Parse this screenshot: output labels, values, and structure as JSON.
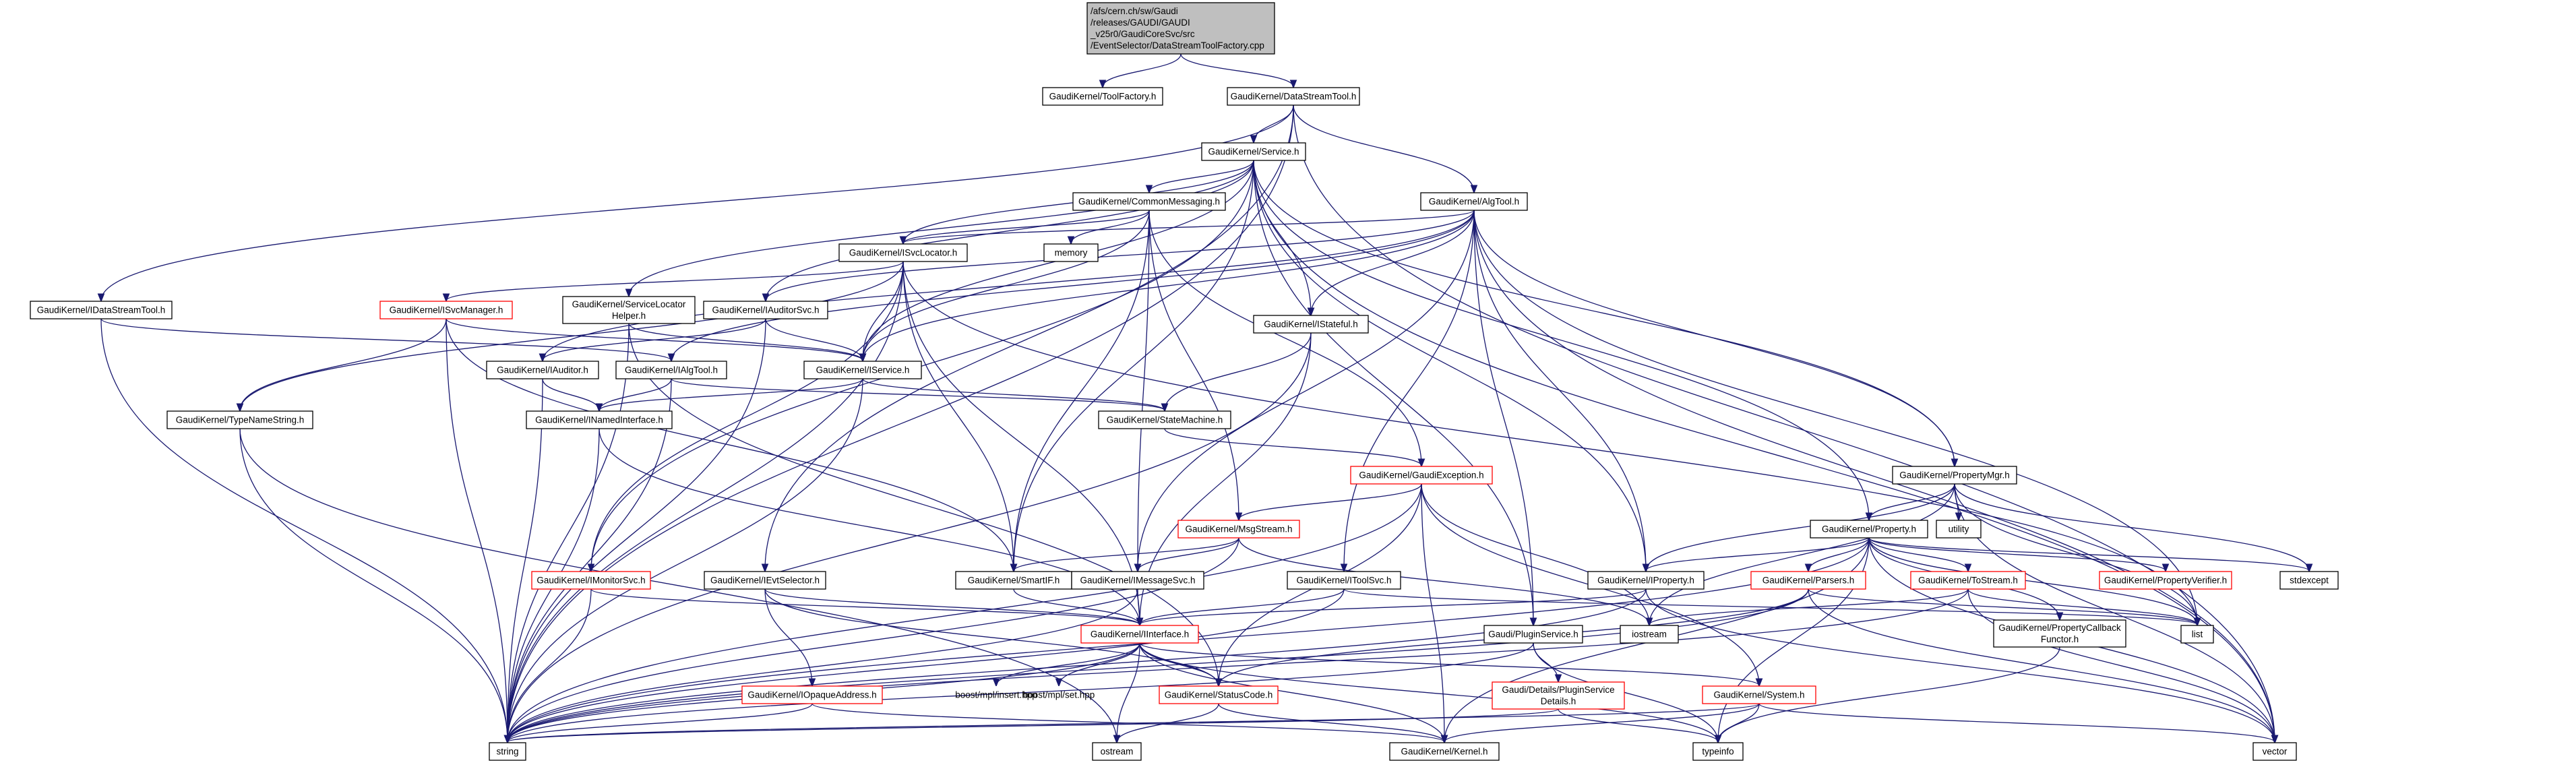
{
  "diagram": {
    "type": "include-dependency-graph",
    "colors": {
      "background": "#ffffff",
      "root_fill": "#bfbfbf",
      "node_border": "#000000",
      "missing_node_border": "#ff0000",
      "edge": "#191970"
    },
    "nodes": [
      {
        "id": "root",
        "lines": [
          "/afs/cern.ch/sw/Gaudi",
          "/releases/GAUDI/GAUDI",
          "_v25r0/GaudiCoreSvc/src",
          "/EventSelector/DataStreamToolFactory.cpp"
        ],
        "style": "root"
      },
      {
        "id": "toolfactory",
        "lines": [
          "GaudiKernel/ToolFactory.h"
        ],
        "style": "normal"
      },
      {
        "id": "datastreamtool",
        "lines": [
          "GaudiKernel/DataStreamTool.h"
        ],
        "style": "normal"
      },
      {
        "id": "service",
        "lines": [
          "GaudiKernel/Service.h"
        ],
        "style": "normal"
      },
      {
        "id": "commonmessaging",
        "lines": [
          "GaudiKernel/CommonMessaging.h"
        ],
        "style": "normal"
      },
      {
        "id": "algtool",
        "lines": [
          "GaudiKernel/AlgTool.h"
        ],
        "style": "normal"
      },
      {
        "id": "isvclocator",
        "lines": [
          "GaudiKernel/ISvcLocator.h"
        ],
        "style": "normal"
      },
      {
        "id": "memory",
        "lines": [
          "memory"
        ],
        "style": "normal"
      },
      {
        "id": "idatastreamtool",
        "lines": [
          "GaudiKernel/IDataStreamTool.h"
        ],
        "style": "normal"
      },
      {
        "id": "isvcmanager",
        "lines": [
          "GaudiKernel/ISvcManager.h"
        ],
        "style": "red"
      },
      {
        "id": "servicelocatorhelper",
        "lines": [
          "GaudiKernel/ServiceLocator",
          "Helper.h"
        ],
        "style": "normal"
      },
      {
        "id": "iauditorsvc",
        "lines": [
          "GaudiKernel/IAuditorSvc.h"
        ],
        "style": "normal"
      },
      {
        "id": "iauditor",
        "lines": [
          "GaudiKernel/IAuditor.h"
        ],
        "style": "normal"
      },
      {
        "id": "ialgtool",
        "lines": [
          "GaudiKernel/IAlgTool.h"
        ],
        "style": "normal"
      },
      {
        "id": "iservice",
        "lines": [
          "GaudiKernel/IService.h"
        ],
        "style": "normal"
      },
      {
        "id": "istateful",
        "lines": [
          "GaudiKernel/IStateful.h"
        ],
        "style": "normal"
      },
      {
        "id": "typenamestring",
        "lines": [
          "GaudiKernel/TypeNameString.h"
        ],
        "style": "normal"
      },
      {
        "id": "inamedinterface",
        "lines": [
          "GaudiKernel/INamedInterface.h"
        ],
        "style": "normal"
      },
      {
        "id": "statemachine",
        "lines": [
          "GaudiKernel/StateMachine.h"
        ],
        "style": "normal"
      },
      {
        "id": "gaudiexception",
        "lines": [
          "GaudiKernel/GaudiException.h"
        ],
        "style": "red"
      },
      {
        "id": "propertymgr",
        "lines": [
          "GaudiKernel/PropertyMgr.h"
        ],
        "style": "normal"
      },
      {
        "id": "utility",
        "lines": [
          "utility"
        ],
        "style": "normal"
      },
      {
        "id": "msgstream",
        "lines": [
          "GaudiKernel/MsgStream.h"
        ],
        "style": "red"
      },
      {
        "id": "property",
        "lines": [
          "GaudiKernel/Property.h"
        ],
        "style": "normal"
      },
      {
        "id": "stdexcept",
        "lines": [
          "stdexcept"
        ],
        "style": "normal"
      },
      {
        "id": "imonitorsvc",
        "lines": [
          "GaudiKernel/IMonitorSvc.h"
        ],
        "style": "red"
      },
      {
        "id": "ievtselector",
        "lines": [
          "GaudiKernel/IEvtSelector.h"
        ],
        "style": "normal"
      },
      {
        "id": "smartif",
        "lines": [
          "GaudiKernel/SmartIF.h"
        ],
        "style": "normal"
      },
      {
        "id": "imessagesvc",
        "lines": [
          "GaudiKernel/IMessageSvc.h"
        ],
        "style": "normal"
      },
      {
        "id": "itoolsvc",
        "lines": [
          "GaudiKernel/IToolSvc.h"
        ],
        "style": "normal"
      },
      {
        "id": "iproperty",
        "lines": [
          "GaudiKernel/IProperty.h"
        ],
        "style": "normal"
      },
      {
        "id": "parsers",
        "lines": [
          "GaudiKernel/Parsers.h"
        ],
        "style": "red"
      },
      {
        "id": "tostream",
        "lines": [
          "GaudiKernel/ToStream.h"
        ],
        "style": "red"
      },
      {
        "id": "propertyverifier",
        "lines": [
          "GaudiKernel/PropertyVerifier.h"
        ],
        "style": "red"
      },
      {
        "id": "iinterface",
        "lines": [
          "GaudiKernel/IInterface.h"
        ],
        "style": "red"
      },
      {
        "id": "iostream",
        "lines": [
          "iostream"
        ],
        "style": "normal"
      },
      {
        "id": "pluginservice",
        "lines": [
          "Gaudi/PluginService.h"
        ],
        "style": "normal"
      },
      {
        "id": "propertycallbackfunctor",
        "lines": [
          "GaudiKernel/PropertyCallback",
          "Functor.h"
        ],
        "style": "normal"
      },
      {
        "id": "list",
        "lines": [
          "list"
        ],
        "style": "normal"
      },
      {
        "id": "iopaqueaddress",
        "lines": [
          "GaudiKernel/IOpaqueAddress.h"
        ],
        "style": "red"
      },
      {
        "id": "boostinsert",
        "lines": [
          "boost/mpl/insert.hpp"
        ],
        "style": "none"
      },
      {
        "id": "boostset",
        "lines": [
          "boost/mpl/set.hpp"
        ],
        "style": "none"
      },
      {
        "id": "statuscode",
        "lines": [
          "GaudiKernel/StatusCode.h"
        ],
        "style": "red"
      },
      {
        "id": "pluginservicedetails",
        "lines": [
          "Gaudi/Details/PluginService",
          "Details.h"
        ],
        "style": "red"
      },
      {
        "id": "system",
        "lines": [
          "GaudiKernel/System.h"
        ],
        "style": "red"
      },
      {
        "id": "string",
        "lines": [
          "string"
        ],
        "style": "normal"
      },
      {
        "id": "ostream",
        "lines": [
          "ostream"
        ],
        "style": "normal"
      },
      {
        "id": "kernel",
        "lines": [
          "GaudiKernel/Kernel.h"
        ],
        "style": "normal"
      },
      {
        "id": "typeinfo",
        "lines": [
          "typeinfo"
        ],
        "style": "normal"
      },
      {
        "id": "vector",
        "lines": [
          "vector"
        ],
        "style": "normal"
      }
    ],
    "edges": [
      [
        "root",
        "toolfactory"
      ],
      [
        "root",
        "datastreamtool"
      ],
      [
        "datastreamtool",
        "service"
      ],
      [
        "datastreamtool",
        "algtool"
      ],
      [
        "datastreamtool",
        "idatastreamtool"
      ],
      [
        "datastreamtool",
        "ievtselector"
      ],
      [
        "datastreamtool",
        "string"
      ],
      [
        "datastreamtool",
        "vector"
      ],
      [
        "service",
        "commonmessaging"
      ],
      [
        "service",
        "isvclocator"
      ],
      [
        "service",
        "iauditorsvc"
      ],
      [
        "service",
        "iservice"
      ],
      [
        "service",
        "istateful"
      ],
      [
        "service",
        "propertymgr"
      ],
      [
        "service",
        "property"
      ],
      [
        "service",
        "smartif"
      ],
      [
        "service",
        "imonitorsvc"
      ],
      [
        "service",
        "servicelocatorhelper"
      ],
      [
        "service",
        "pluginservice"
      ],
      [
        "service",
        "iproperty"
      ],
      [
        "service",
        "vector"
      ],
      [
        "commonmessaging",
        "memory"
      ],
      [
        "commonmessaging",
        "isvclocator"
      ],
      [
        "commonmessaging",
        "imessagesvc"
      ],
      [
        "commonmessaging",
        "msgstream"
      ],
      [
        "commonmessaging",
        "iservice"
      ],
      [
        "commonmessaging",
        "gaudiexception"
      ],
      [
        "commonmessaging",
        "smartif"
      ],
      [
        "algtool",
        "isvclocator"
      ],
      [
        "algtool",
        "iauditorsvc"
      ],
      [
        "algtool",
        "ialgtool"
      ],
      [
        "algtool",
        "istateful"
      ],
      [
        "algtool",
        "propertymgr"
      ],
      [
        "algtool",
        "iproperty"
      ],
      [
        "algtool",
        "itoolsvc"
      ],
      [
        "algtool",
        "imessagesvc"
      ],
      [
        "algtool",
        "iservice"
      ],
      [
        "algtool",
        "pluginservice"
      ],
      [
        "algtool",
        "list"
      ],
      [
        "algtool",
        "vector"
      ],
      [
        "algtool",
        "iauditor"
      ],
      [
        "isvclocator",
        "isvcmanager"
      ],
      [
        "isvclocator",
        "iservice"
      ],
      [
        "isvclocator",
        "smartif"
      ],
      [
        "isvclocator",
        "iinterface"
      ],
      [
        "isvclocator",
        "typenamestring"
      ],
      [
        "isvclocator",
        "string"
      ],
      [
        "isvclocator",
        "list"
      ],
      [
        "isvclocator",
        "imonitorsvc"
      ],
      [
        "idatastreamtool",
        "ialgtool"
      ],
      [
        "idatastreamtool",
        "string"
      ],
      [
        "isvcmanager",
        "iservice"
      ],
      [
        "isvcmanager",
        "typenamestring"
      ],
      [
        "isvcmanager",
        "smartif"
      ],
      [
        "isvcmanager",
        "string"
      ],
      [
        "servicelocatorhelper",
        "iservice"
      ],
      [
        "servicelocatorhelper",
        "statuscode"
      ],
      [
        "servicelocatorhelper",
        "string"
      ],
      [
        "iauditorsvc",
        "iservice"
      ],
      [
        "iauditorsvc",
        "iauditor"
      ],
      [
        "iauditorsvc",
        "string"
      ],
      [
        "iauditor",
        "inamedinterface"
      ],
      [
        "iauditor",
        "string"
      ],
      [
        "ialgtool",
        "inamedinterface"
      ],
      [
        "ialgtool",
        "statemachine"
      ],
      [
        "ialgtool",
        "string"
      ],
      [
        "iservice",
        "inamedinterface"
      ],
      [
        "iservice",
        "statemachine"
      ],
      [
        "iservice",
        "string"
      ],
      [
        "istateful",
        "statemachine"
      ],
      [
        "istateful",
        "iinterface"
      ],
      [
        "istateful",
        "string"
      ],
      [
        "typenamestring",
        "string"
      ],
      [
        "typenamestring",
        "ostream"
      ],
      [
        "inamedinterface",
        "iinterface"
      ],
      [
        "inamedinterface",
        "string"
      ],
      [
        "statemachine",
        "gaudiexception"
      ],
      [
        "gaudiexception",
        "msgstream"
      ],
      [
        "gaudiexception",
        "string"
      ],
      [
        "gaudiexception",
        "iostream"
      ],
      [
        "gaudiexception",
        "statuscode"
      ],
      [
        "gaudiexception",
        "kernel"
      ],
      [
        "gaudiexception",
        "system"
      ],
      [
        "propertymgr",
        "property"
      ],
      [
        "propertymgr",
        "iproperty"
      ],
      [
        "propertymgr",
        "utility"
      ],
      [
        "propertymgr",
        "stdexcept"
      ],
      [
        "propertymgr",
        "vector"
      ],
      [
        "propertymgr",
        "list"
      ],
      [
        "propertymgr",
        "iostream"
      ],
      [
        "msgstream",
        "imessagesvc"
      ],
      [
        "msgstream",
        "smartif"
      ],
      [
        "msgstream",
        "string"
      ],
      [
        "msgstream",
        "iostream"
      ],
      [
        "property",
        "stdexcept"
      ],
      [
        "property",
        "parsers"
      ],
      [
        "property",
        "tostream"
      ],
      [
        "property",
        "propertyverifier"
      ],
      [
        "property",
        "propertycallbackfunctor"
      ],
      [
        "property",
        "iproperty"
      ],
      [
        "property",
        "string"
      ],
      [
        "property",
        "list"
      ],
      [
        "property",
        "vector"
      ],
      [
        "property",
        "kernel"
      ],
      [
        "property",
        "typeinfo"
      ],
      [
        "imonitorsvc",
        "iinterface"
      ],
      [
        "imonitorsvc",
        "string"
      ],
      [
        "ievtselector",
        "iinterface"
      ],
      [
        "ievtselector",
        "iopaqueaddress"
      ],
      [
        "ievtselector",
        "statuscode"
      ],
      [
        "smartif",
        "iinterface"
      ],
      [
        "imessagesvc",
        "iinterface"
      ],
      [
        "imessagesvc",
        "string"
      ],
      [
        "itoolsvc",
        "iinterface"
      ],
      [
        "itoolsvc",
        "list"
      ],
      [
        "itoolsvc",
        "string"
      ],
      [
        "iproperty",
        "iinterface"
      ],
      [
        "iproperty",
        "string"
      ],
      [
        "iproperty",
        "vector"
      ],
      [
        "parsers",
        "statuscode"
      ],
      [
        "parsers",
        "string"
      ],
      [
        "parsers",
        "list"
      ],
      [
        "parsers",
        "vector"
      ],
      [
        "tostream",
        "iostream"
      ],
      [
        "tostream",
        "vector"
      ],
      [
        "tostream",
        "string"
      ],
      [
        "tostream",
        "list"
      ],
      [
        "propertycallbackfunctor",
        "typeinfo"
      ],
      [
        "iinterface",
        "boostinsert"
      ],
      [
        "iinterface",
        "boostset"
      ],
      [
        "iinterface",
        "statuscode"
      ],
      [
        "iinterface",
        "ostream"
      ],
      [
        "iinterface",
        "kernel"
      ],
      [
        "iinterface",
        "system"
      ],
      [
        "iinterface",
        "typeinfo"
      ],
      [
        "iinterface",
        "string"
      ],
      [
        "pluginservice",
        "pluginservicedetails"
      ],
      [
        "pluginservice",
        "typeinfo"
      ],
      [
        "pluginservice",
        "string"
      ],
      [
        "pluginservicedetails",
        "string"
      ],
      [
        "pluginservicedetails",
        "typeinfo"
      ],
      [
        "iopaqueaddress",
        "string"
      ],
      [
        "iopaqueaddress",
        "kernel"
      ],
      [
        "statuscode",
        "ostream"
      ],
      [
        "statuscode",
        "kernel"
      ],
      [
        "system",
        "string"
      ],
      [
        "system",
        "vector"
      ],
      [
        "system",
        "kernel"
      ],
      [
        "system",
        "typeinfo"
      ]
    ]
  }
}
